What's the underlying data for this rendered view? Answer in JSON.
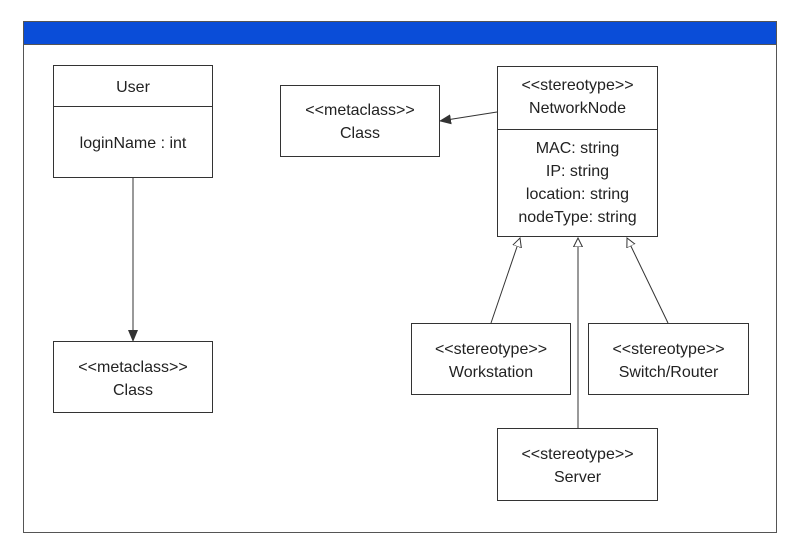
{
  "user": {
    "name": "User",
    "attribute": "loginName : int"
  },
  "metaclass_left": {
    "stereotype": "<<metaclass>>",
    "name": "Class"
  },
  "metaclass_top": {
    "stereotype": "<<metaclass>>",
    "name": "Class"
  },
  "network_node": {
    "stereotype": "<<stereotype>>",
    "name": "NetworkNode",
    "attributes": [
      "MAC: string",
      "IP: string",
      "location: string",
      "nodeType: string"
    ]
  },
  "workstation": {
    "stereotype": "<<stereotype>>",
    "name": "Workstation"
  },
  "switch_router": {
    "stereotype": "<<stereotype>>",
    "name": "Switch/Router"
  },
  "server": {
    "stereotype": "<<stereotype>>",
    "name": "Server"
  },
  "colors": {
    "titlebar": "#0a4dd8",
    "stroke": "#333333"
  }
}
